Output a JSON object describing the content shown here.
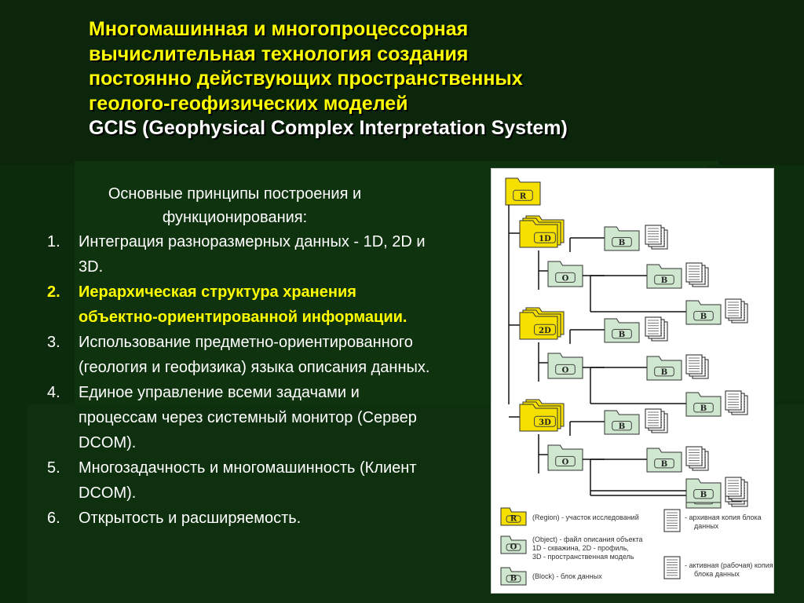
{
  "title": {
    "line1": "Многомашинная и многопроцессорная",
    "line2": "вычислительная технология создания",
    "line3": "постоянно действующих пространственных",
    "line4": "геолого-геофизических моделей",
    "line5": "GCIS (Geophysical Complex Interpretation System)"
  },
  "subhead": "Основные принципы построения и функционирования:",
  "principles": [
    {
      "num": "1.",
      "text": "Интеграция разноразмерных данных - 1D, 2D и 3D."
    },
    {
      "num": "2.",
      "text": "Иерархическая структура хранения объектно-ориентированной информации."
    },
    {
      "num": "3.",
      "text": "Использование предметно-ориентированного (геология и геофизика) языка описания данных."
    },
    {
      "num": "4.",
      "text": "Единое управление всеми задачами и процессам через системный монитор (Сервер DCOM)."
    },
    {
      "num": "5.",
      "text": "Многозадачность и многомашинность (Клиент DCOM)."
    },
    {
      "num": "6.",
      "text": "Открытость и расширяемость."
    }
  ],
  "diagram": {
    "root_label": "R",
    "group_labels": [
      "1D",
      "2D",
      "3D"
    ],
    "object_label": "O",
    "block_label": "B",
    "colors": {
      "yellow_folder": "#f5e000",
      "green_folder": "#cfe6cf",
      "line": "#111111"
    },
    "legend": [
      {
        "icon": "R",
        "text": "(Region) - участок исследований"
      },
      {
        "icon": "O",
        "text1": "(Object) - файл описания объекта",
        "text2": "1D - скважина, 2D - профиль,",
        "text3": "3D - пространственная модель"
      },
      {
        "icon": "B",
        "text": "(Block) - блок данных"
      },
      {
        "icon": "archive-doc-icon",
        "text1": "- архивная копия блока",
        "text2": "данных"
      },
      {
        "icon": "active-doc-icon",
        "text1": "- активная (рабочая) копия",
        "text2": "блока данных"
      }
    ]
  }
}
